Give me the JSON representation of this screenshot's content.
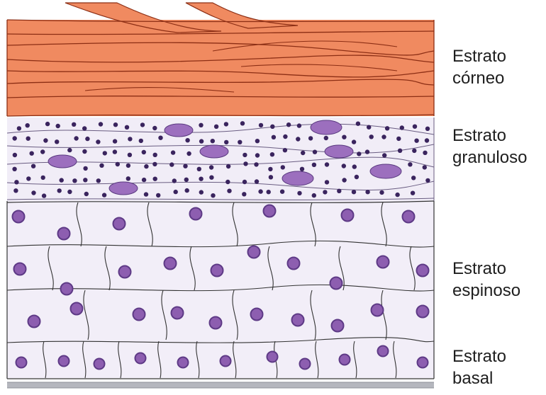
{
  "figure": {
    "layers": [
      {
        "id": "corneo",
        "line1": "Estrato",
        "line2": "córneo",
        "color": "#f08a60",
        "line_color": "#8c2e14"
      },
      {
        "id": "granuloso",
        "line1": "Estrato",
        "line2": "granuloso",
        "color": "#f1edf7",
        "granule_color": "#3a245e",
        "nucleus_color": "#9c6fbe"
      },
      {
        "id": "espinoso",
        "line1": "Estrato",
        "line2": "espinoso",
        "color": "#f2eef8",
        "nucleus_color": "#8d5eb0",
        "nucleus_ring": "#5e3a86"
      },
      {
        "id": "basal",
        "line1": "Estrato",
        "line2": "basal",
        "color": "#f2eef8",
        "membrane_color": "#b5b7be"
      }
    ]
  }
}
